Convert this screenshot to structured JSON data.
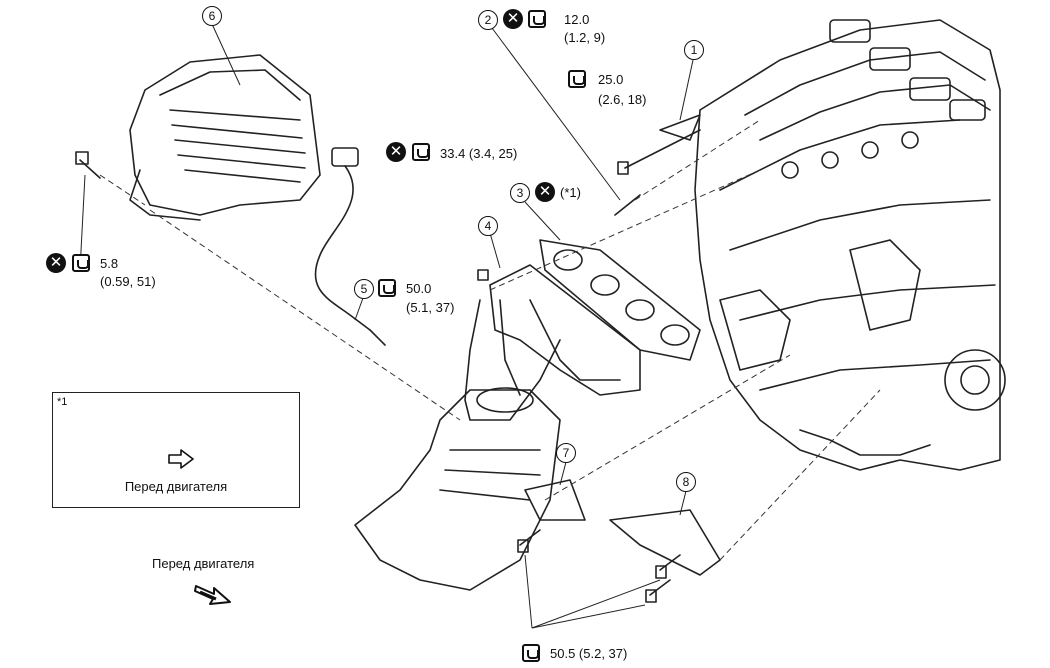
{
  "callouts": [
    {
      "ref": "1"
    },
    {
      "ref": "2",
      "torque": "12.0",
      "detail": "(1.2, 9)"
    },
    {
      "ref": "3",
      "note": "(*1)"
    },
    {
      "ref": "4"
    },
    {
      "ref": "5",
      "torque": "50.0",
      "detail": "(5.1, 37)"
    },
    {
      "ref": "6"
    },
    {
      "ref": "7"
    },
    {
      "ref": "8"
    }
  ],
  "torques": {
    "bolt_1": {
      "value": "25.0",
      "detail": "(2.6, 18)"
    },
    "nut_4": {
      "value": "33.4 (3.4, 25)"
    },
    "heat_shield_bolt": {
      "value": "5.8",
      "detail": "(0.59, 51)"
    },
    "bracket_bolts": {
      "value": "50.5 (5.2, 37)"
    }
  },
  "inset": {
    "ref": "*1",
    "caption": "Перед двигателя"
  },
  "front_label": "Перед двигателя",
  "icons": {
    "non_reusable": "x-circle-icon",
    "torque": "torque-wrench-icon",
    "direction": "front-arrow-icon"
  }
}
